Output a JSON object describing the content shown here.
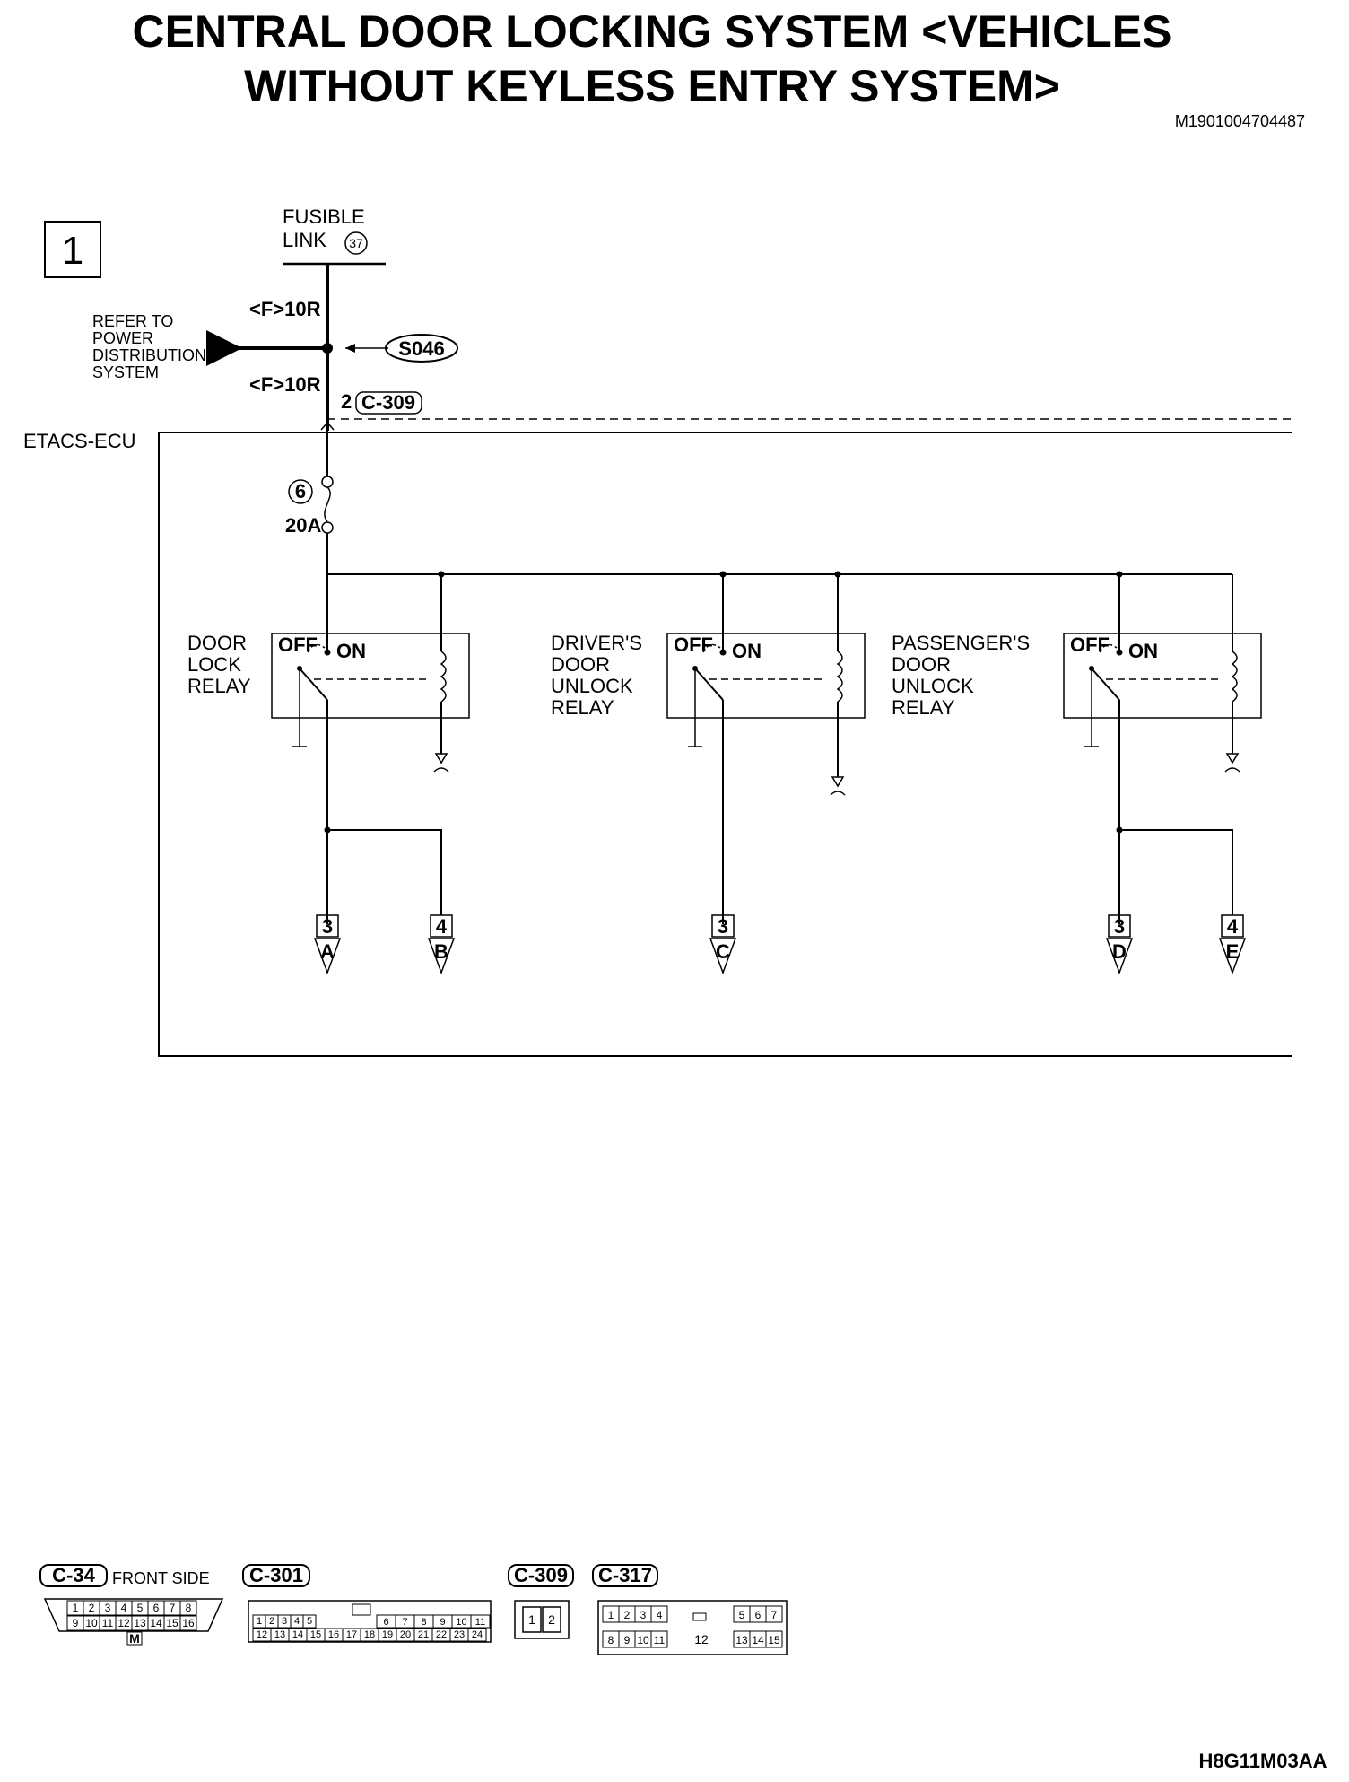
{
  "title": {
    "line1": "CENTRAL DOOR LOCKING SYSTEM <VEHICLES",
    "line2": "WITHOUT KEYLESS ENTRY SYSTEM>",
    "doc_id": "M1901004704487"
  },
  "page_box": "1",
  "fusible_link": {
    "line1": "FUSIBLE",
    "line2": "LINK",
    "number": "37"
  },
  "refer_to": [
    "REFER TO",
    "POWER",
    "DISTRIBUTION",
    "SYSTEM"
  ],
  "wire_upper": "<F>10R",
  "wire_lower": "<F>10R",
  "splice": "S046",
  "conn_pin": "2",
  "conn_name": "C-309",
  "ecu_label": "ETACS-ECU",
  "fuse": {
    "number": "6",
    "rating": "20A"
  },
  "relays": [
    {
      "lines": [
        "DOOR",
        "LOCK",
        "RELAY"
      ],
      "off": "OFF",
      "on": "ON"
    },
    {
      "lines": [
        "DRIVER'S",
        "DOOR",
        "UNLOCK",
        "RELAY"
      ],
      "off": "OFF",
      "on": "ON"
    },
    {
      "lines": [
        "PASSENGER'S",
        "DOOR",
        "UNLOCK",
        "RELAY"
      ],
      "off": "OFF",
      "on": "ON"
    }
  ],
  "continuations": [
    {
      "page": "3",
      "letter": "A"
    },
    {
      "page": "4",
      "letter": "B"
    },
    {
      "page": "3",
      "letter": "C"
    },
    {
      "page": "3",
      "letter": "D"
    },
    {
      "page": "4",
      "letter": "E"
    }
  ],
  "connectors": {
    "c34": {
      "name": "C-34",
      "note": "FRONT SIDE",
      "row1": [
        "1",
        "2",
        "3",
        "4",
        "5",
        "6",
        "7",
        "8"
      ],
      "row2": [
        "9",
        "10",
        "11",
        "12",
        "13",
        "14",
        "15",
        "16"
      ],
      "tab": "M"
    },
    "c301": {
      "name": "C-301",
      "row1": [
        "1",
        "2",
        "3",
        "4",
        "5",
        "6",
        "7",
        "8",
        "9",
        "10",
        "11"
      ],
      "row2": [
        "12",
        "13",
        "14",
        "15",
        "16",
        "17",
        "18",
        "19",
        "20",
        "21",
        "22",
        "23",
        "24"
      ]
    },
    "c309": {
      "name": "C-309",
      "pins": [
        "1",
        "2"
      ]
    },
    "c317": {
      "name": "C-317",
      "row1a": [
        "1",
        "2",
        "3",
        "4"
      ],
      "row1b": [
        "5",
        "6",
        "7"
      ],
      "row2a": [
        "8",
        "9",
        "10",
        "11"
      ],
      "center": "12",
      "row2b": [
        "13",
        "14",
        "15"
      ]
    }
  },
  "figure_id": "H8G11M03AA"
}
